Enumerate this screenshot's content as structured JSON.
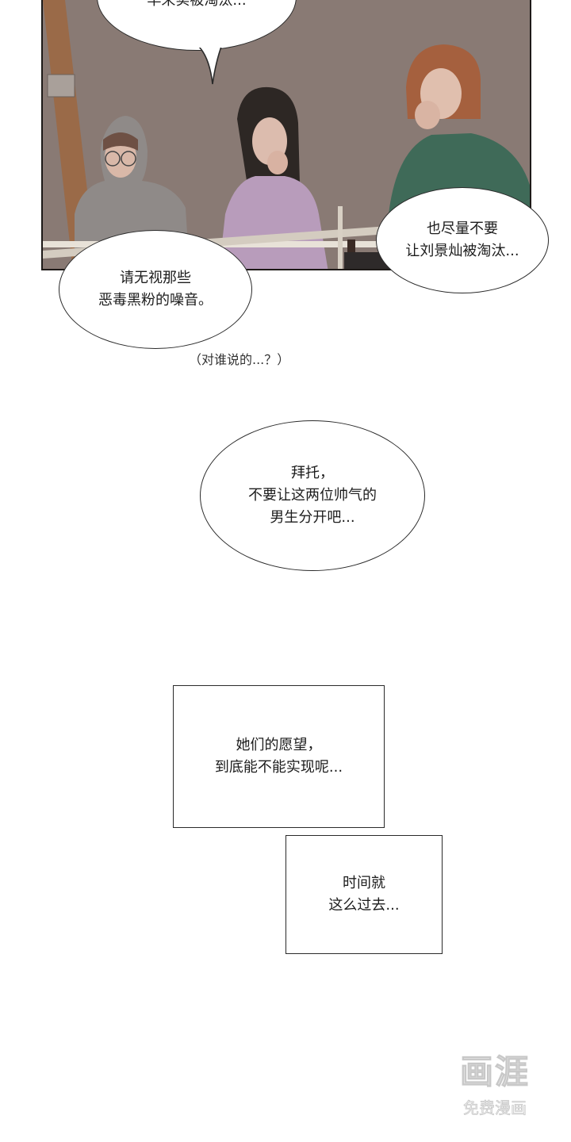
{
  "top_bubble": {
    "text": "早来实被淘汰..."
  },
  "left_bubble": {
    "text": "请无视那些\n恶毒黑粉的噪音。"
  },
  "right_bubble": {
    "text": "也尽量不要\n让刘景灿被淘汰..."
  },
  "aside_text": "（对谁说的...？）",
  "middle_bubble": {
    "text": "拜托，\n不要让这两位帅气的\n男生分开吧..."
  },
  "caption_1": {
    "text": "她们的愿望，\n到底能不能实现呢..."
  },
  "caption_2": {
    "text": "时间就\n这么过去..."
  },
  "watermark": {
    "logo": "画涯",
    "sub": "免费漫画"
  }
}
